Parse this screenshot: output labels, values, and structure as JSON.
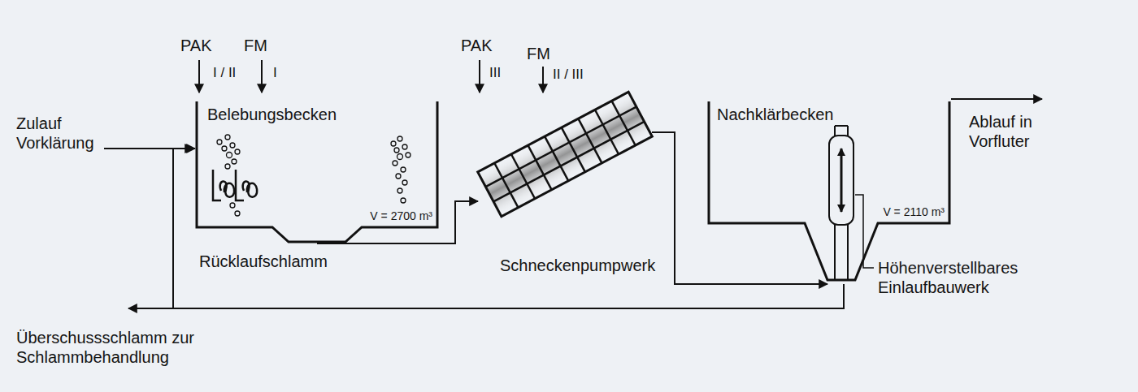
{
  "diagram": {
    "nodes": [
      {
        "text": [
          "Belebungsbecken",
          "V = 2700 m³"
        ]
      },
      {
        "text": [
          "Schneckenpumpwerk"
        ]
      },
      {
        "text": [
          "Nachklärbecken",
          "V = 2110 m³"
        ]
      }
    ],
    "edges": [
      {
        "from": 0,
        "to": 1,
        "arrow": "to"
      },
      {
        "from": 1,
        "to": 2,
        "arrow": "to"
      },
      {
        "from": 2,
        "to": 0,
        "arrow": "to"
      }
    ],
    "labels": [
      "PAK",
      "I / II",
      "FM",
      "I",
      "PAK",
      "III",
      "FM",
      "II / III",
      "Zulauf Vorklärung",
      "Rücklaufschlamm",
      "Ablauf in Vorfluter",
      "Höhenverstellbares Einlaufbauwerk",
      "Überschussschlamm zur Schlammbehandlung"
    ]
  }
}
